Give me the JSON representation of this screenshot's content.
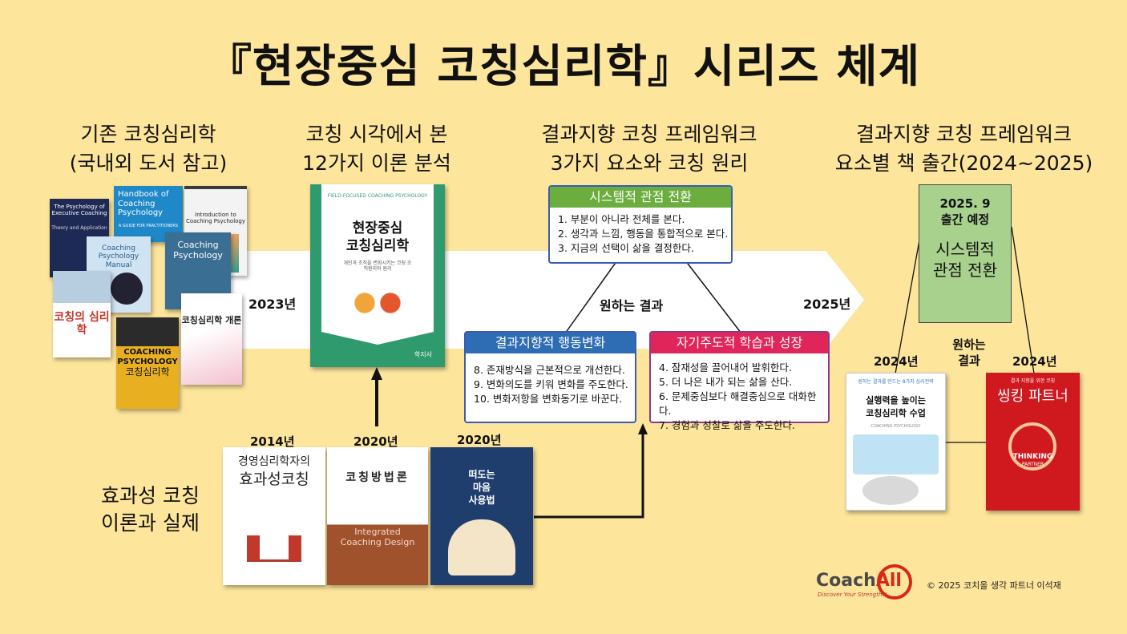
{
  "title": "『현장중심 코칭심리학』시리즈 체계",
  "columns": [
    {
      "line1": "기존 코칭심리학",
      "line2": "(국내외 도서 참고)"
    },
    {
      "line1": "코칭 시각에서 본",
      "line2": "12가지 이론 분석"
    },
    {
      "line1": "결과지향 코칭 프레임워크",
      "line2": "3가지 요소와 코칭 원리"
    },
    {
      "line1": "결과지향 코칭 프레임워크",
      "line2": "요소별 책 출간(2024~2025)"
    }
  ],
  "timeline": {
    "start": "2023년",
    "end": "2025년"
  },
  "left_section": {
    "line1": "효과성 코칭",
    "line2": "이론과 실제"
  },
  "ref_books": [
    {
      "title": "The Psychology of Executive Coaching",
      "sub": "Theory and Application"
    },
    {
      "title": "Handbook of Coaching Psychology",
      "sub": "A GUIDE FOR PRACTITIONERS"
    },
    {
      "title": "Introduction to Coaching Psychology"
    },
    {
      "title": "Coaching Psychology Manual"
    },
    {
      "title": "Coaching Psychology"
    },
    {
      "title": "코칭의 심리학"
    },
    {
      "title": "COACHING PSYCHOLOGY",
      "sub": "코칭심리학"
    },
    {
      "title": "코칭심리학 개론"
    }
  ],
  "main_book": {
    "eng": "FIELD-FOCUSED COACHING PSYCHOLOGY",
    "title1": "현장중심",
    "title2": "코칭심리학",
    "sub": "개인과 조직을 변화시키는 코칭 조직원리와 원리",
    "publisher": "학지사"
  },
  "bottom_books": [
    {
      "year": "2014년",
      "title1": "경영심리학자의",
      "title2": "효과성코칭"
    },
    {
      "year": "2020년",
      "title1": "코칭방법론",
      "title2": "Integrated Coaching Design"
    },
    {
      "year": "2020년",
      "title1": "떠도는",
      "title2": "마음",
      "title3": "사용법"
    }
  ],
  "boxes": {
    "system": {
      "header": "시스템적 관점 전환",
      "color": "#6BAE3E",
      "items": [
        "1. 부분이 아니라 전체를 본다.",
        "2. 생각과 느낌, 행동을 통합적으로 본다.",
        "3. 지금의 선택이 삶을 결정한다."
      ]
    },
    "behavior": {
      "header": "결과지향적 행동변화",
      "color": "#2E6DB4",
      "items": [
        "8. 존재방식을 근본적으로 개선한다.",
        "9. 변화의도를 키워 변화를 주도한다.",
        "10. 변화저항을 변화동기로 바꾼다."
      ]
    },
    "learning": {
      "header": "자기주도적 학습과 성장",
      "color": "#E0255A",
      "items": [
        "4. 잠재성을 끌어내어 발휘한다.",
        "5. 더 나은 내가 되는 삶을 산다.",
        "6. 문제중심보다 해결중심으로 대화한다.",
        "7. 경험과 성찰로 삶을 주도한다."
      ]
    }
  },
  "center_label": "원하는 결과",
  "right": {
    "upcoming": {
      "date": "2025. 9",
      "status": "출간 예정",
      "title1": "시스템적",
      "title2": "관점 전환"
    },
    "label1": "원하는",
    "label2": "결과",
    "book1": {
      "year": "2024년",
      "top": "원하는 결과를 만드는 8가지 심리전략",
      "title1": "실행력을 높이는",
      "title2": "코칭심리학 수업",
      "eng": "COACHING PSYCHOLOGY"
    },
    "book2": {
      "year": "2024년",
      "top": "결과 지향을 위한 코칭",
      "title": "씽킹 파트너",
      "badge": "THINKING",
      "badge2": "PARTNER"
    }
  },
  "footer": {
    "logo_a": "Coach",
    "logo_b": "All",
    "tagline": "Discover Your Strengths!",
    "copyright": "© 2025 코치올 생각 파트너 이석재"
  }
}
